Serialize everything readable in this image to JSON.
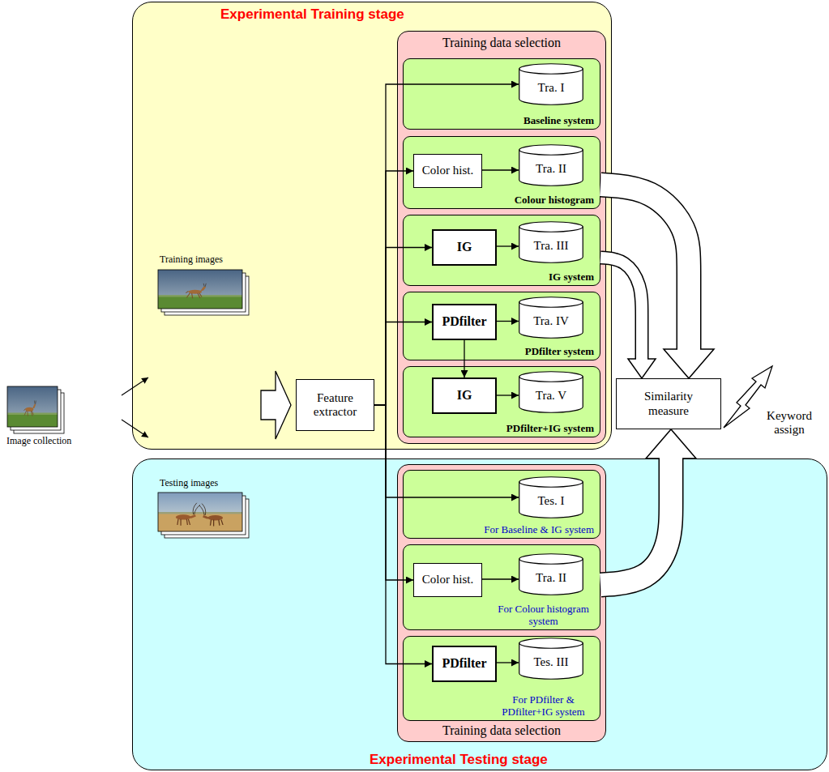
{
  "diagram": {
    "nodes": [
      {
        "text": [
          "Experimental Training stage"
        ]
      },
      {
        "text": [
          "Training data selection"
        ],
        "in": 0
      },
      {
        "text": [
          "Baseline system"
        ],
        "in": 1
      },
      {
        "text": [
          "Tra. I"
        ],
        "in": 2
      },
      {
        "text": [
          "Colour histogram"
        ],
        "in": 1
      },
      {
        "text": [
          "Color hist."
        ],
        "in": 4
      },
      {
        "text": [
          "Tra. II"
        ],
        "in": 4
      },
      {
        "text": [
          "IG system"
        ],
        "in": 1
      },
      {
        "text": [
          "IG"
        ],
        "in": 7
      },
      {
        "text": [
          "Tra. III"
        ],
        "in": 7
      },
      {
        "text": [
          "PDfilter system"
        ],
        "in": 1
      },
      {
        "text": [
          "PDfilter"
        ],
        "in": 10
      },
      {
        "text": [
          "Tra. IV"
        ],
        "in": 10
      },
      {
        "text": [
          "PDfilter+IG system"
        ],
        "in": 1
      },
      {
        "text": [
          "IG"
        ],
        "in": 13
      },
      {
        "text": [
          "Tra. V"
        ],
        "in": 13
      },
      {
        "text": [
          "Feature extractor"
        ],
        "in": 0
      },
      {
        "text": [
          "Similarity measure"
        ]
      },
      {
        "text": [
          "Experimental Testing stage"
        ]
      },
      {
        "text": [
          "Training data selection"
        ],
        "in": 18
      },
      {
        "text": [
          "For Baseline & IG system"
        ],
        "in": 19
      },
      {
        "text": [
          "Tes. I"
        ],
        "in": 20
      },
      {
        "text": [
          "For Colour histogram system"
        ],
        "in": 19
      },
      {
        "text": [
          "Color hist."
        ],
        "in": 22
      },
      {
        "text": [
          "Tra. II"
        ],
        "in": 22
      },
      {
        "text": [
          "For PDfilter & PDfilter+IG system"
        ],
        "in": 19
      },
      {
        "text": [
          "PDfilter"
        ],
        "in": 25
      },
      {
        "text": [
          "Tes. III"
        ],
        "in": 25
      }
    ],
    "edges": [
      {
        "from": 16,
        "to": 3,
        "arrow": "to"
      },
      {
        "from": 16,
        "to": 5,
        "arrow": "to"
      },
      {
        "from": 16,
        "to": 8,
        "arrow": "to"
      },
      {
        "from": 16,
        "to": 11,
        "arrow": "to"
      },
      {
        "from": 5,
        "to": 6,
        "arrow": "to"
      },
      {
        "from": 8,
        "to": 9,
        "arrow": "to"
      },
      {
        "from": 11,
        "to": 12,
        "arrow": "to"
      },
      {
        "from": 11,
        "to": 14,
        "arrow": "to"
      },
      {
        "from": 14,
        "to": 15,
        "arrow": "to"
      },
      {
        "from": 16,
        "to": 21,
        "arrow": "to"
      },
      {
        "from": 16,
        "to": 23,
        "arrow": "to"
      },
      {
        "from": 16,
        "to": 26,
        "arrow": "to"
      },
      {
        "from": 23,
        "to": 24,
        "arrow": "to"
      },
      {
        "from": 26,
        "to": 27,
        "arrow": "to"
      },
      {
        "from": 4,
        "to": 17,
        "arrow": "to"
      },
      {
        "from": 7,
        "to": 17,
        "arrow": "to"
      },
      {
        "from": 22,
        "to": 17,
        "arrow": "to"
      }
    ],
    "labels": [
      "Image collection",
      "Training images",
      "Testing images",
      "Keyword assign"
    ]
  }
}
